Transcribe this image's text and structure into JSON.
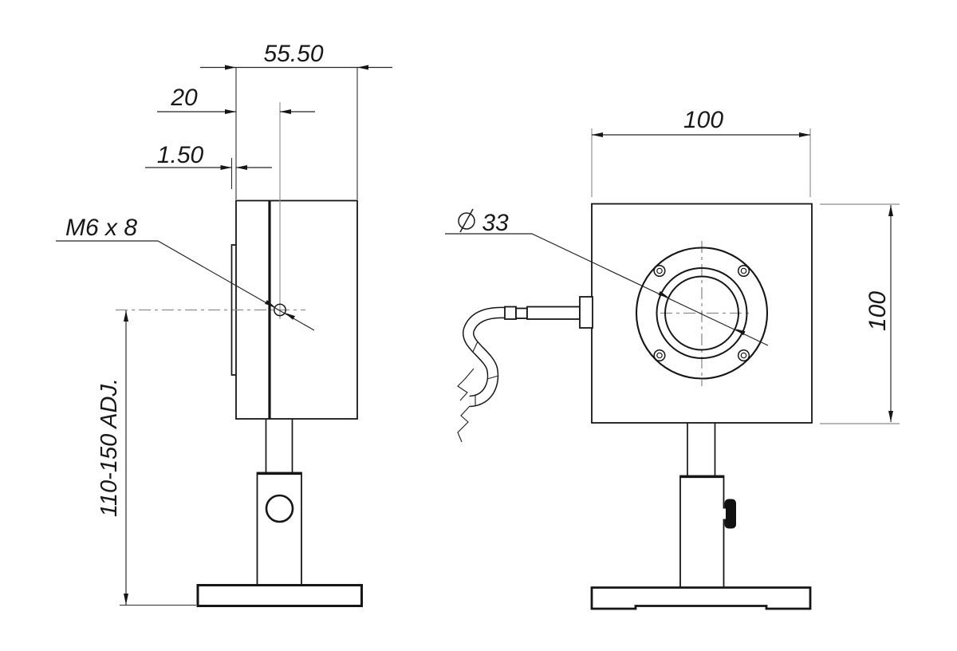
{
  "page": {
    "background": "#ffffff"
  },
  "drawing": {
    "kind": "technical-dimension-drawing",
    "views": {
      "side": {
        "dims": {
          "overall_depth": "55.50",
          "hole_offset": "20",
          "plate_thickness": "1.50",
          "thread_callout": "M6 x 8",
          "height_adjust": "110-150 ADJ."
        }
      },
      "front": {
        "dims": {
          "width": "100",
          "height": "100",
          "aperture_diameter": "33"
        },
        "aperture_symbol": "diameter"
      }
    },
    "colors": {
      "line": "#161616",
      "centerline": "#8d8d8d",
      "text": "#181818",
      "knob_fill": "#111111",
      "background": "#ffffff"
    }
  }
}
